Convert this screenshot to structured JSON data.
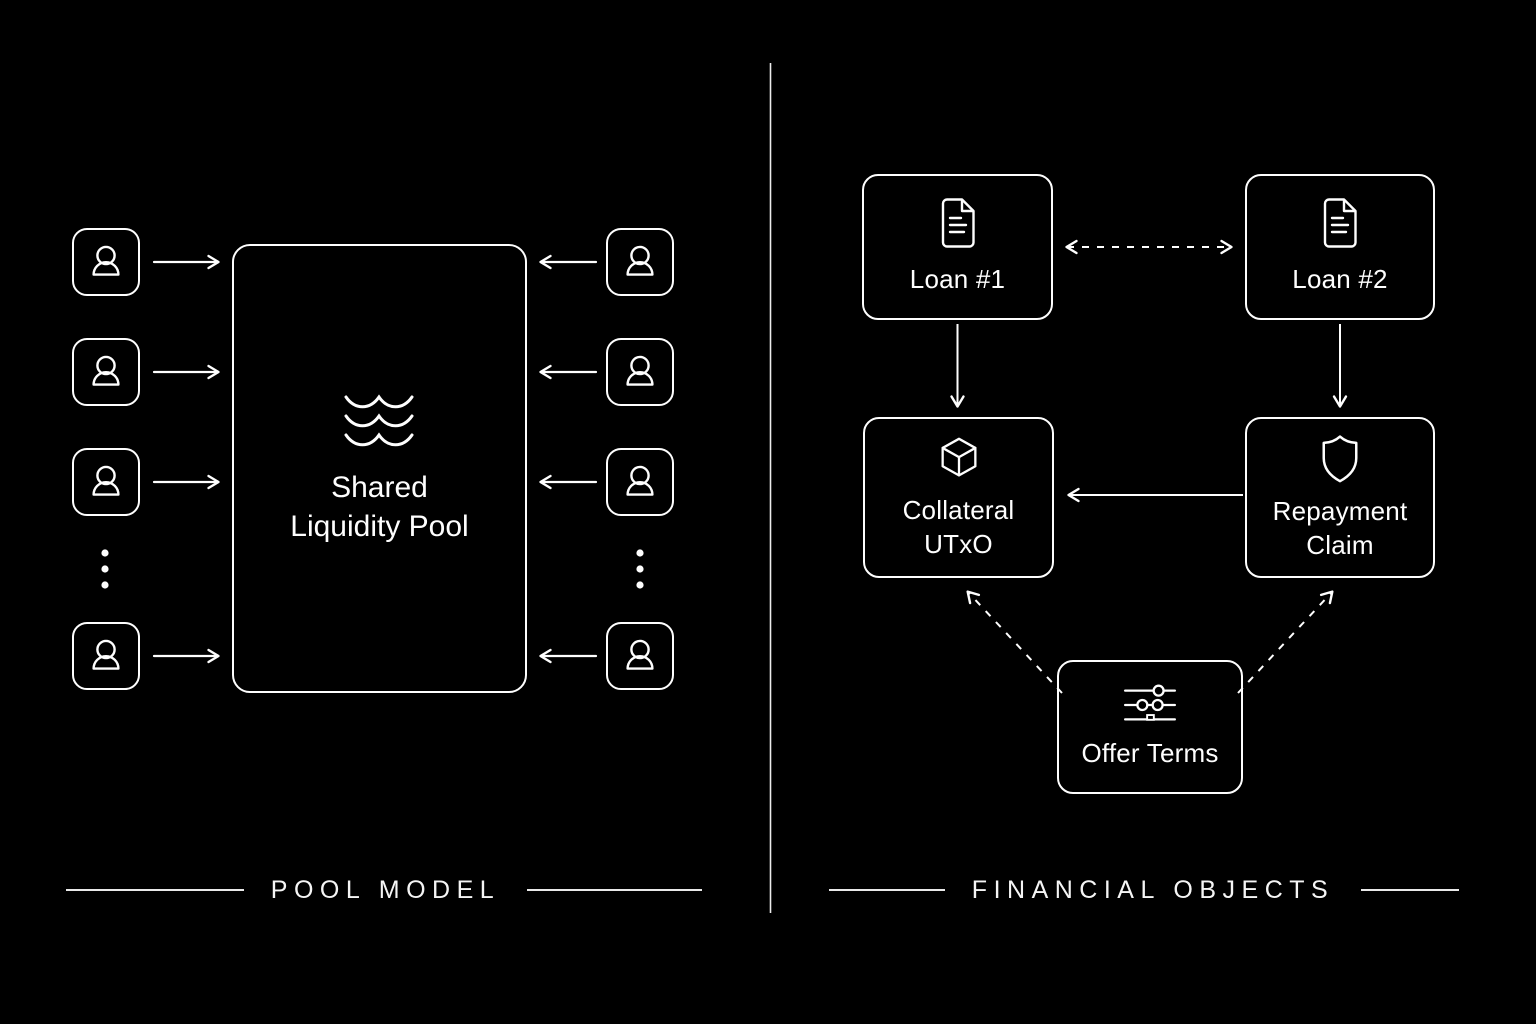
{
  "colors": {
    "background": "#000000",
    "foreground": "#ffffff"
  },
  "left_panel": {
    "caption": "POOL MODEL",
    "pool": {
      "icon": "waves-icon",
      "name_line1": "Shared",
      "name_line2": "Liquidity Pool"
    },
    "participants": {
      "icon": "user-icon",
      "left_column_boxes": 4,
      "right_column_boxes": 4,
      "overflow_dots_per_column": 3
    },
    "flows": [
      {
        "from": "left-users",
        "to": "shared-liquidity-pool",
        "style": "solid-arrow"
      },
      {
        "from": "right-users",
        "to": "shared-liquidity-pool",
        "style": "solid-arrow"
      }
    ]
  },
  "right_panel": {
    "caption": "FINANCIAL OBJECTS",
    "nodes": {
      "loan1": {
        "label": "Loan #1",
        "icon": "document-icon"
      },
      "loan2": {
        "label": "Loan #2",
        "icon": "document-icon"
      },
      "collateral": {
        "label": "Collateral UTxO",
        "icon": "cube-icon"
      },
      "repayment": {
        "label": "Repayment Claim",
        "icon": "shield-icon"
      },
      "offer": {
        "label": "Offer Terms",
        "icon": "sliders-icon"
      }
    },
    "edges": [
      {
        "from": "loan1",
        "to": "loan2",
        "style": "dashed",
        "bidirectional": true
      },
      {
        "from": "loan1",
        "to": "collateral",
        "style": "solid"
      },
      {
        "from": "loan2",
        "to": "repayment",
        "style": "solid"
      },
      {
        "from": "repayment",
        "to": "collateral",
        "style": "solid"
      },
      {
        "from": "offer",
        "to": "collateral",
        "style": "dashed"
      },
      {
        "from": "offer",
        "to": "repayment",
        "style": "dashed"
      }
    ]
  }
}
